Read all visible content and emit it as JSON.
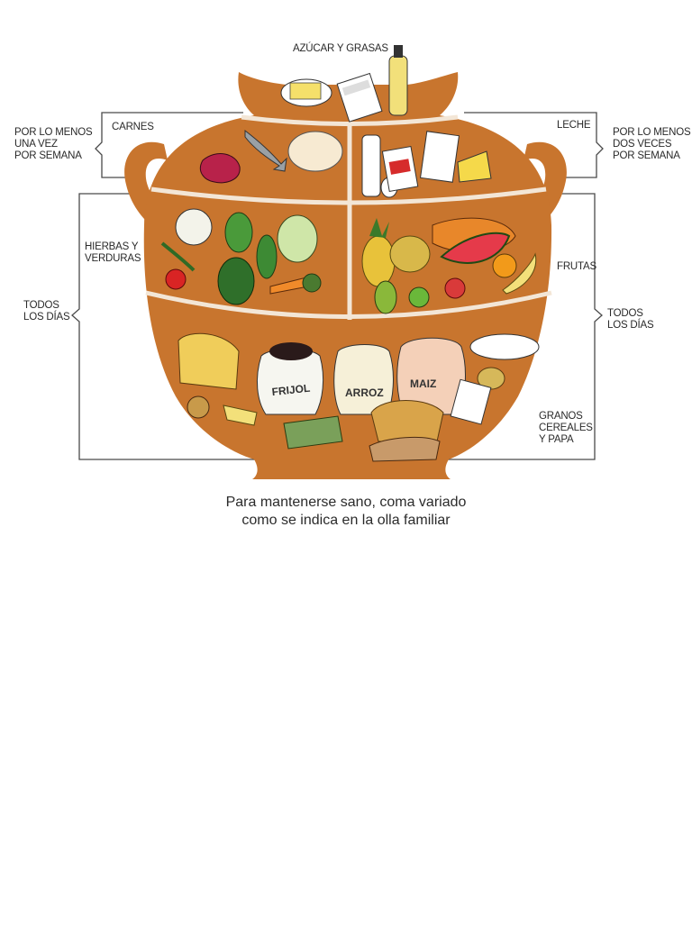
{
  "labels": {
    "top_center": "AZÚCAR Y GRASAS",
    "left_freq_weekly": [
      "POR LO MENOS",
      "UNA VEZ",
      "POR SEMANA"
    ],
    "right_freq_weekly": [
      "POR LO MENOS",
      "DOS VECES",
      "POR SEMANA"
    ],
    "meats": "CARNES",
    "milk": "LECHE",
    "vegetables": [
      "HIERBAS Y",
      "VERDURAS"
    ],
    "fruits": "FRUTAS",
    "left_freq_daily": [
      "TODOS",
      "LOS DÍAS"
    ],
    "right_freq_daily": [
      "TODOS",
      "LOS DÍAS"
    ],
    "grains": [
      "GRANOS",
      "CEREALES",
      "Y PAPA"
    ]
  },
  "sacks": {
    "beans": "FRIJOL",
    "rice": "ARROZ",
    "corn": "MAIZ"
  },
  "caption": [
    "Para mantenerse sano, coma variado",
    "como se indica en la olla familiar"
  ],
  "colors": {
    "pot": "#c8752e",
    "pot_dark": "#a85f22",
    "divider": "#f3e6d6",
    "bracket": "#4a4a4a"
  }
}
